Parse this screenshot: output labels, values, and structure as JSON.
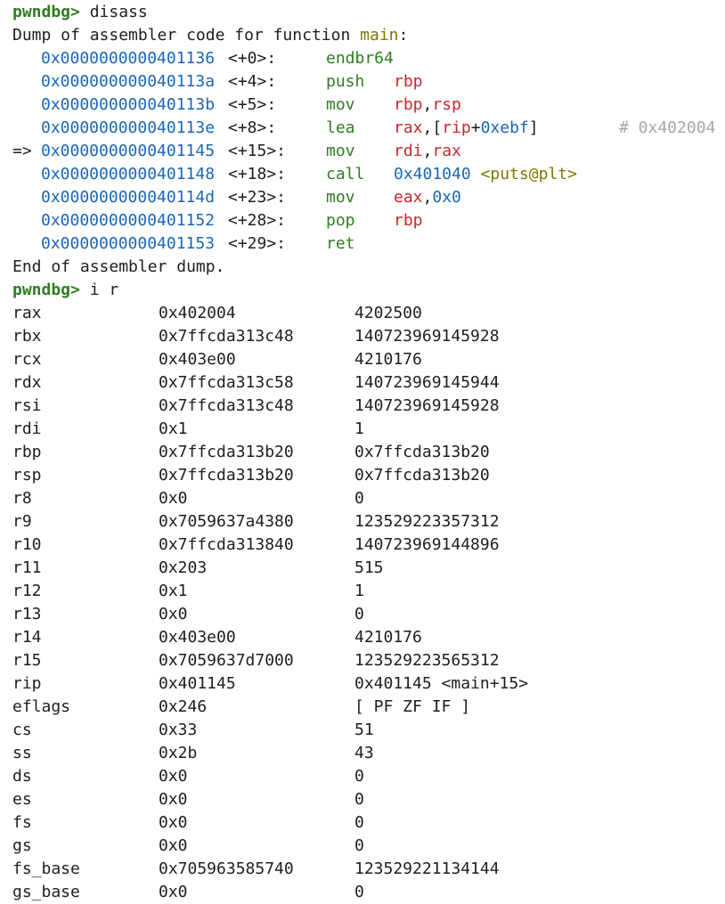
{
  "colors": {
    "prompt": "#2e7d1f",
    "address": "#1a66b5",
    "opcode": "#2f7d1f",
    "register": "#c8282f",
    "symbol": "#7a7a00",
    "comment": "#a7a7a7",
    "text": "#1e1e1e",
    "background": "#ffffff"
  },
  "cmd1": {
    "prompt": "pwndbg>",
    "command": "disass"
  },
  "dump": {
    "header_prefix": "Dump of assembler code for function",
    "func": "main",
    "colon": ":",
    "footer": "End of assembler dump."
  },
  "asm": [
    {
      "marker": "",
      "addr": "0x0000000000401136",
      "offset": "<+0>:",
      "op": "endbr64"
    },
    {
      "marker": "",
      "addr": "0x000000000040113a",
      "offset": "<+4>:",
      "op": "push",
      "dst": "rbp"
    },
    {
      "marker": "",
      "addr": "0x000000000040113b",
      "offset": "<+5>:",
      "op": "mov",
      "dst": "rbp",
      "sep": ",",
      "src": "rsp"
    },
    {
      "marker": "",
      "addr": "0x000000000040113e",
      "offset": "<+8>:",
      "op": "lea",
      "dst": "rax",
      "sep": ",[",
      "src": "rip",
      "plus": "+",
      "imm": "0xebf",
      "close": "]",
      "comment": "# 0x402004"
    },
    {
      "marker": "=>",
      "addr": "0x0000000000401145",
      "offset": "<+15>:",
      "op": "mov",
      "dst": "rdi",
      "sep": ",",
      "src": "rax"
    },
    {
      "marker": "",
      "addr": "0x0000000000401148",
      "offset": "<+18>:",
      "op": "call",
      "target": "0x401040",
      "symbol": "<puts@plt>"
    },
    {
      "marker": "",
      "addr": "0x000000000040114d",
      "offset": "<+23>:",
      "op": "mov",
      "dst": "eax",
      "sep": ",",
      "imm": "0x0"
    },
    {
      "marker": "",
      "addr": "0x0000000000401152",
      "offset": "<+28>:",
      "op": "pop",
      "dst": "rbp"
    },
    {
      "marker": "",
      "addr": "0x0000000000401153",
      "offset": "<+29>:",
      "op": "ret"
    }
  ],
  "cmd2": {
    "prompt": "pwndbg>",
    "command": "i r"
  },
  "registers": [
    {
      "name": "rax",
      "hex": "0x402004",
      "val": "4202500"
    },
    {
      "name": "rbx",
      "hex": "0x7ffcda313c48",
      "val": "140723969145928"
    },
    {
      "name": "rcx",
      "hex": "0x403e00",
      "val": "4210176"
    },
    {
      "name": "rdx",
      "hex": "0x7ffcda313c58",
      "val": "140723969145944"
    },
    {
      "name": "rsi",
      "hex": "0x7ffcda313c48",
      "val": "140723969145928"
    },
    {
      "name": "rdi",
      "hex": "0x1",
      "val": "1"
    },
    {
      "name": "rbp",
      "hex": "0x7ffcda313b20",
      "val": "0x7ffcda313b20"
    },
    {
      "name": "rsp",
      "hex": "0x7ffcda313b20",
      "val": "0x7ffcda313b20"
    },
    {
      "name": "r8",
      "hex": "0x0",
      "val": "0"
    },
    {
      "name": "r9",
      "hex": "0x7059637a4380",
      "val": "123529223357312"
    },
    {
      "name": "r10",
      "hex": "0x7ffcda313840",
      "val": "140723969144896"
    },
    {
      "name": "r11",
      "hex": "0x203",
      "val": "515"
    },
    {
      "name": "r12",
      "hex": "0x1",
      "val": "1"
    },
    {
      "name": "r13",
      "hex": "0x0",
      "val": "0"
    },
    {
      "name": "r14",
      "hex": "0x403e00",
      "val": "4210176"
    },
    {
      "name": "r15",
      "hex": "0x7059637d7000",
      "val": "123529223565312"
    },
    {
      "name": "rip",
      "hex": "0x401145",
      "val": "0x401145 <main+15>"
    },
    {
      "name": "eflags",
      "hex": "0x246",
      "val": "[ PF ZF IF ]"
    },
    {
      "name": "cs",
      "hex": "0x33",
      "val": "51"
    },
    {
      "name": "ss",
      "hex": "0x2b",
      "val": "43"
    },
    {
      "name": "ds",
      "hex": "0x0",
      "val": "0"
    },
    {
      "name": "es",
      "hex": "0x0",
      "val": "0"
    },
    {
      "name": "fs",
      "hex": "0x0",
      "val": "0"
    },
    {
      "name": "gs",
      "hex": "0x0",
      "val": "0"
    },
    {
      "name": "fs_base",
      "hex": "0x705963585740",
      "val": "123529221134144"
    },
    {
      "name": "gs_base",
      "hex": "0x0",
      "val": "0"
    }
  ]
}
